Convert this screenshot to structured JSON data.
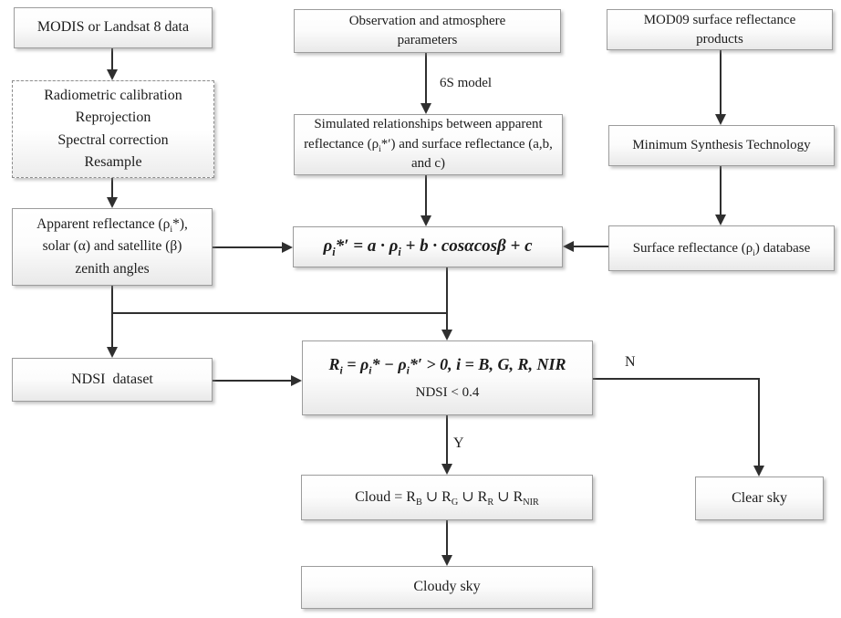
{
  "diagram": {
    "nodes": {
      "modis": {
        "label": "MODIS or Landsat 8 data"
      },
      "preprocess": {
        "lines": [
          "Radiometric calibration",
          "Reprojection",
          "Spectral correction",
          "Resample"
        ]
      },
      "apparent": {
        "html": "Apparent reflectance (ρ<sub>i</sub>*),<br>solar (α) and satellite (β)<br>zenith angles"
      },
      "ndsi": {
        "label": "NDSI  dataset"
      },
      "observation": {
        "label": "Observation and atmosphere parameters"
      },
      "simulated": {
        "html": "Simulated relationships between apparent reflectance (ρ<sub>i</sub>*′) and surface reflectance (a,b, and c)"
      },
      "formula": {
        "html": "ρ<sub>i</sub>*′ = a · ρ<sub>i</sub> + b · cosαcosβ + c"
      },
      "decision": {
        "line1_html": "R<sub>i</sub> =  ρ<sub>i</sub>* − ρ<sub>i</sub>*′ &gt; 0, i = B, G, R, NIR",
        "line2": "NDSI < 0.4"
      },
      "cloud": {
        "html": "Cloud = R<sub>B</sub> ∪ R<sub>G</sub> ∪ R<sub>R</sub> ∪ R<sub>NIR</sub>"
      },
      "cloudy_sky": {
        "label": "Cloudy sky"
      },
      "mod09": {
        "label": "MOD09 surface  reflectance products"
      },
      "minimum": {
        "label": "Minimum Synthesis Technology"
      },
      "surface_db": {
        "html": "Surface reflectance (ρ<sub>i</sub>) database"
      },
      "clear_sky": {
        "label": "Clear sky"
      }
    },
    "edge_labels": {
      "six_s_model": "6S model",
      "no": "N",
      "yes": "Y"
    },
    "colors": {
      "line": "#2f2f2f",
      "box_border": "#9c9c9c",
      "box_fill_top": "#ffffff",
      "box_fill_bottom": "#e9e9e9",
      "text": "#1c1c1c"
    }
  }
}
